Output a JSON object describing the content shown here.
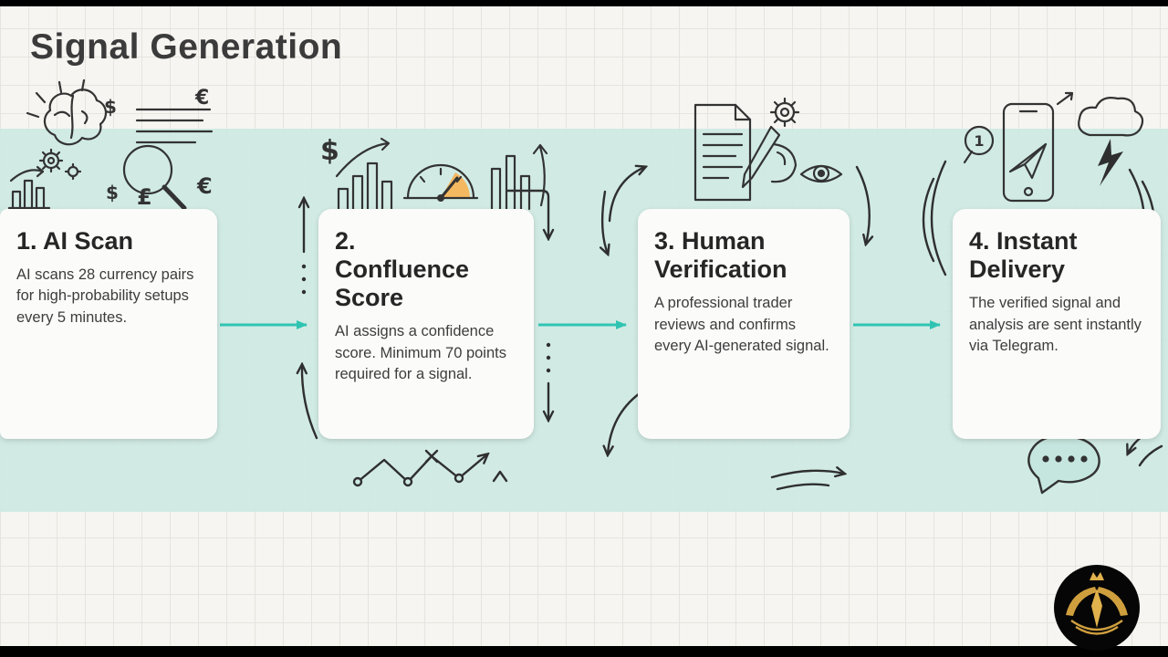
{
  "title": "Signal Generation",
  "steps": [
    {
      "heading": "1. AI Scan",
      "body": "AI scans 28 currency pairs for high-probability setups every 5 minutes."
    },
    {
      "heading": "2. Confluence Score",
      "body": "AI assigns a confidence score. Minimum 70 points required for a signal."
    },
    {
      "heading": "3. Human Verification",
      "body": "A professional trader reviews and confirms every AI-generated signal."
    },
    {
      "heading": "4. Instant Delivery",
      "body": "The verified signal and analysis are sent instantly via Telegram."
    }
  ],
  "glyphs": {
    "dollar": "$",
    "euro": "€",
    "pound": "£",
    "notification": "1"
  },
  "colors": {
    "band": "#cdeae3",
    "flow_arrow": "#2fc4b2",
    "gauge_accent": "#f4b860",
    "ink": "#2f2f2f",
    "logo_gold": "#cf9f3e"
  },
  "icons": {
    "step1": [
      "brain-icon",
      "gears-icon",
      "magnifier-icon",
      "mini-bar-chart-icon",
      "currency-symbols"
    ],
    "step2": [
      "bar-chart-icon",
      "gauge-icon",
      "trend-arrow-icon",
      "dollar-symbol",
      "zigzag-chart-icon"
    ],
    "step3": [
      "document-icon",
      "pen-hand-icon",
      "gear-icon",
      "eye-icon"
    ],
    "step4": [
      "notification-bubble-icon",
      "smartphone-icon",
      "paper-plane-icon",
      "storm-cloud-icon",
      "chat-dots-icon"
    ]
  }
}
